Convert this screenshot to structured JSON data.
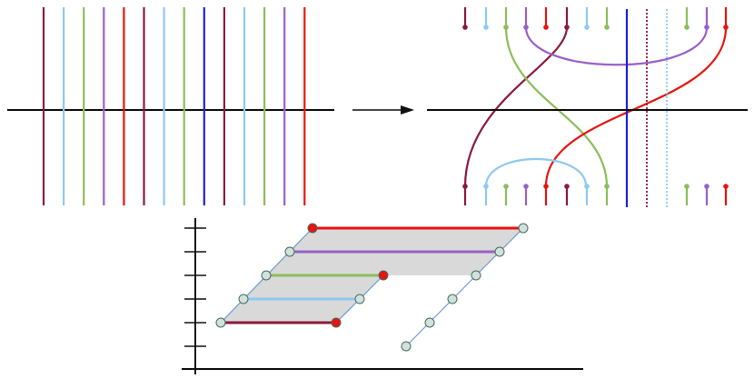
{
  "colors": {
    "maroon": "#8b1a3c",
    "lightblue": "#8ec9f2",
    "green": "#8cbd5a",
    "purple": "#9b5fc8",
    "red": "#e8140f",
    "blue": "#1a22d8",
    "black": "#111111",
    "band": "#d9d9d9",
    "node": "#cfe2dc",
    "node_red": "#e8140f",
    "diag": "#6f9ad0"
  },
  "left_strands": [
    "maroon",
    "lightblue",
    "green",
    "purple",
    "red",
    "maroon",
    "lightblue",
    "green",
    "blue",
    "maroon",
    "lightblue",
    "green",
    "purple",
    "red"
  ],
  "top_right_colors": [
    "maroon",
    "lightblue",
    "green",
    "purple",
    "red",
    "maroon",
    "lightblue",
    "green",
    "maroon",
    "lightblue",
    "green",
    "purple",
    "red"
  ],
  "bottom_right_colors": [
    "maroon",
    "lightblue",
    "green",
    "purple",
    "red",
    "maroon",
    "lightblue",
    "green",
    "maroon",
    "lightblue",
    "green",
    "purple",
    "red"
  ],
  "arrow": "right-arrow",
  "lower_rows": [
    {
      "color": "maroon",
      "end": "red"
    },
    {
      "color": "lightblue",
      "end": "plain"
    },
    {
      "color": "green",
      "end": "red"
    },
    {
      "color": "purple",
      "end": "plain"
    },
    {
      "color": "red",
      "end": "plain"
    }
  ]
}
